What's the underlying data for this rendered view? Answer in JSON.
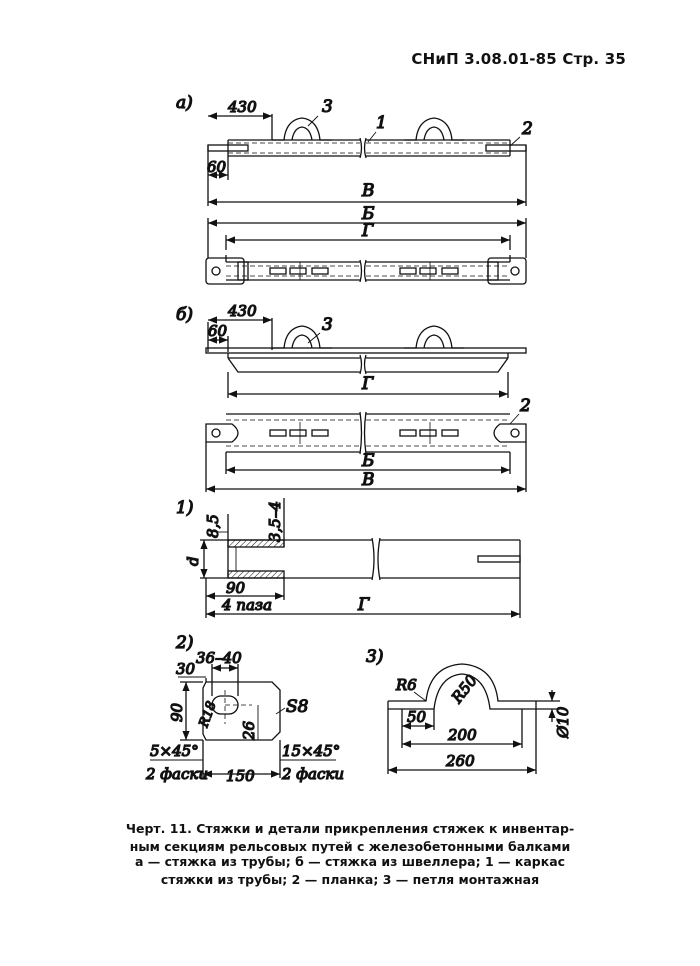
{
  "header": {
    "doc_ref": "СНиП 3.08.01-85 Стр. 35"
  },
  "views": {
    "a": {
      "label": "а)",
      "dim_430": "430",
      "dim_60": "60",
      "callout_1": "1",
      "callout_2": "2",
      "callout_3": "3",
      "dim_V": "В",
      "dim_B": "Б",
      "dim_G": "Г"
    },
    "b": {
      "label": "б)",
      "dim_430": "430",
      "dim_60": "60",
      "callout_3": "3",
      "callout_2": "2",
      "dim_G": "Г",
      "dim_B": "Б",
      "dim_V": "В"
    },
    "d1": {
      "label": "1)",
      "dim_85": "8,5",
      "dim_354": "3,5–4",
      "dim_d": "d",
      "dim_90": "90",
      "note_slots": "4 паза",
      "dim_G": "Г"
    },
    "d2": {
      "label": "2)",
      "dim_3640": "36–40",
      "dim_30": "30",
      "dim_90": "90",
      "dim_r": "R18",
      "dim_26": "26",
      "dim_s8": "S8",
      "chamfer_left": "5×45°",
      "chamfer_left_note": "2 фаски",
      "chamfer_right": "15×45°",
      "chamfer_right_note": "2 фаски",
      "dim_150": "150"
    },
    "d3": {
      "label": "3)",
      "dim_r6": "R6",
      "dim_r50": "R50",
      "dim_50": "50",
      "dim_200": "200",
      "dim_260": "260",
      "dim_dia": "Ø10"
    }
  },
  "caption": {
    "title_line1": "Черт. 11. Стяжки и детали прикрепления стяжек к инвентар-",
    "title_line2": "ным секциям рельсовых путей с железобетонными балками",
    "legend_line1": "а — стяжка из трубы; б — стяжка из швеллера; 1 — каркас",
    "legend_line2": "стяжки из трубы; 2 — планка; 3 — петля монтажная"
  }
}
